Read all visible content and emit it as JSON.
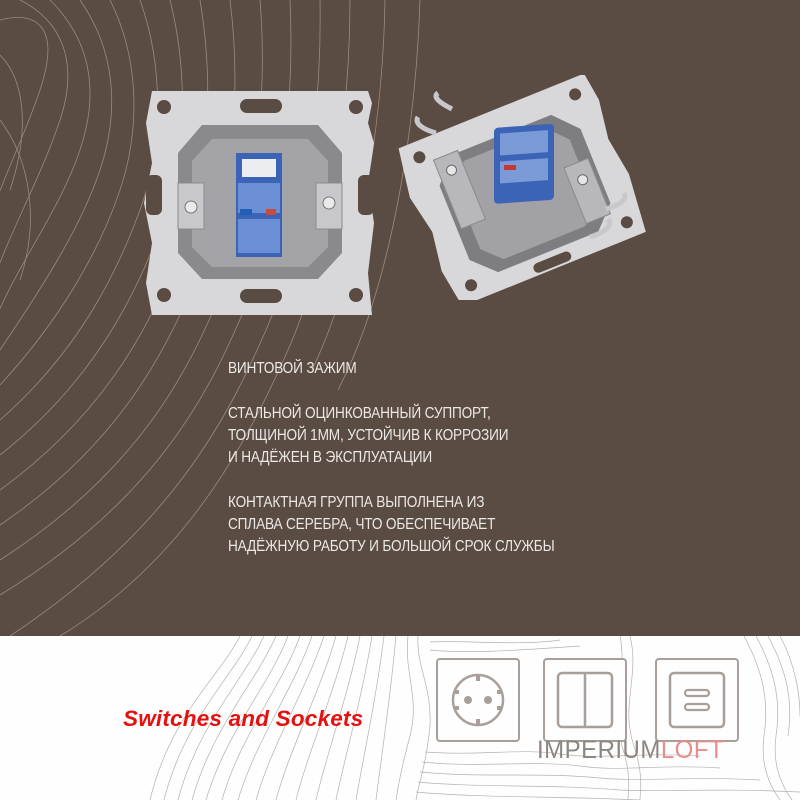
{
  "hero": {
    "background_color": "#5a4b43",
    "products": [
      {
        "name": "rj45-socket-front-view",
        "description": "Mounting frame with RJ45 keystone, front view"
      },
      {
        "name": "rj45-socket-angled-view",
        "description": "Mounting frame with RJ45 keystone, angled view"
      }
    ]
  },
  "features": [
    {
      "text": "ВИНТОВОЙ ЗАЖИМ"
    },
    {
      "text": "СТАЛЬНОЙ ОЦИНКОВАННЫЙ СУППОРТ,\nТОЛЩИНОЙ 1ММ, УСТОЙЧИВ К КОРРОЗИИ\nИ НАДЁЖЕН В ЭКСПЛУАТАЦИИ"
    },
    {
      "text": "КОНТАКТНАЯ ГРУППА ВЫПОЛНЕНА ИЗ\nСПЛАВА СЕРЕБРА, ЧТО ОБЕСПЕЧИВАЕТ\nНАДЁЖНУЮ РАБОТУ И БОЛЬШОЙ СРОК СЛУЖБЫ"
    }
  ],
  "footer": {
    "tagline": "Switches and Sockets",
    "tagline_color": "#e8100f",
    "icons": [
      {
        "name": "socket-icon"
      },
      {
        "name": "double-switch-icon"
      },
      {
        "name": "usb-charger-icon"
      }
    ],
    "brand": {
      "part1": "IMPERIUM",
      "part2": "LOFT",
      "part1_color": "#8e8582",
      "part2_color": "#e88c8c"
    }
  }
}
